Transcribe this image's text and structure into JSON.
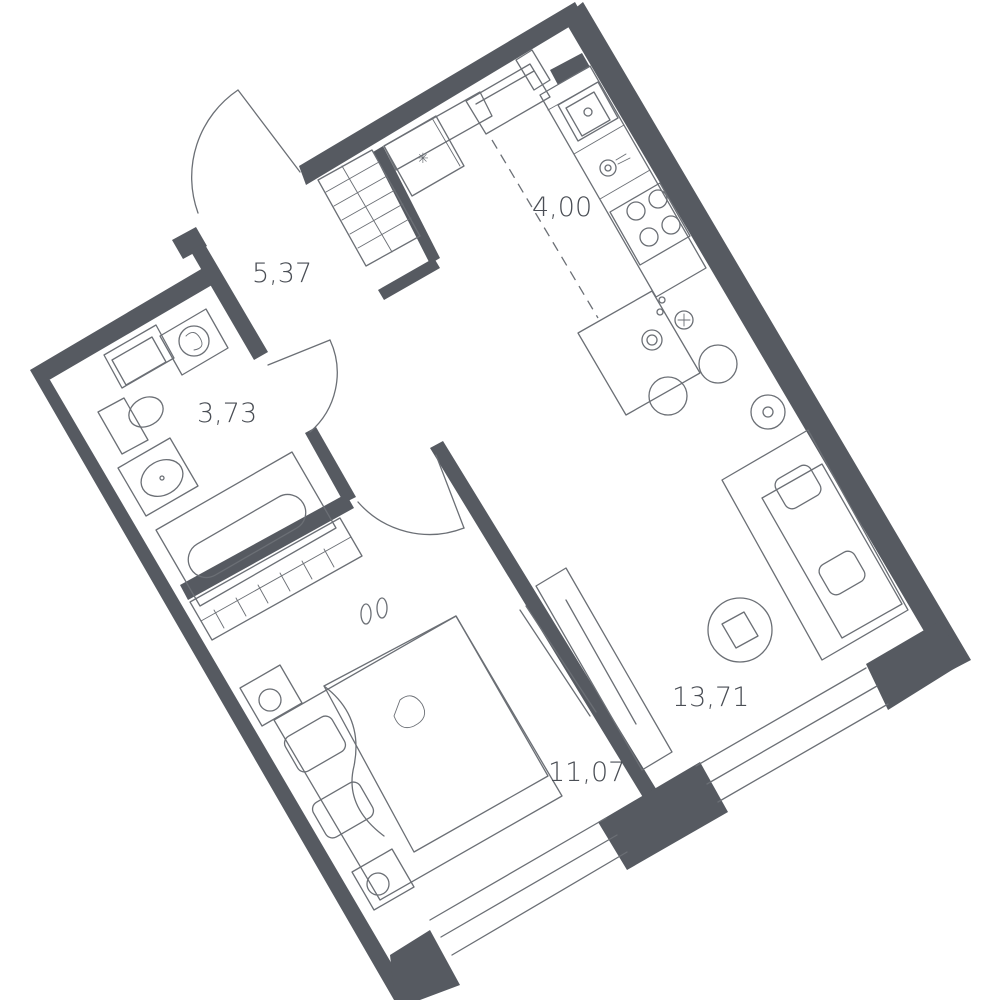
{
  "plan": {
    "rooms": [
      {
        "id": "hallway",
        "area": "5,37"
      },
      {
        "id": "kitchen",
        "area": "4,00"
      },
      {
        "id": "bathroom",
        "area": "3,73"
      },
      {
        "id": "bedroom",
        "area": "11,07"
      },
      {
        "id": "living",
        "area": "13,71"
      }
    ],
    "colors": {
      "wall": "#565a61",
      "line": "#6b6f75",
      "text": "#4a4e55",
      "background": "#ffffff"
    }
  }
}
